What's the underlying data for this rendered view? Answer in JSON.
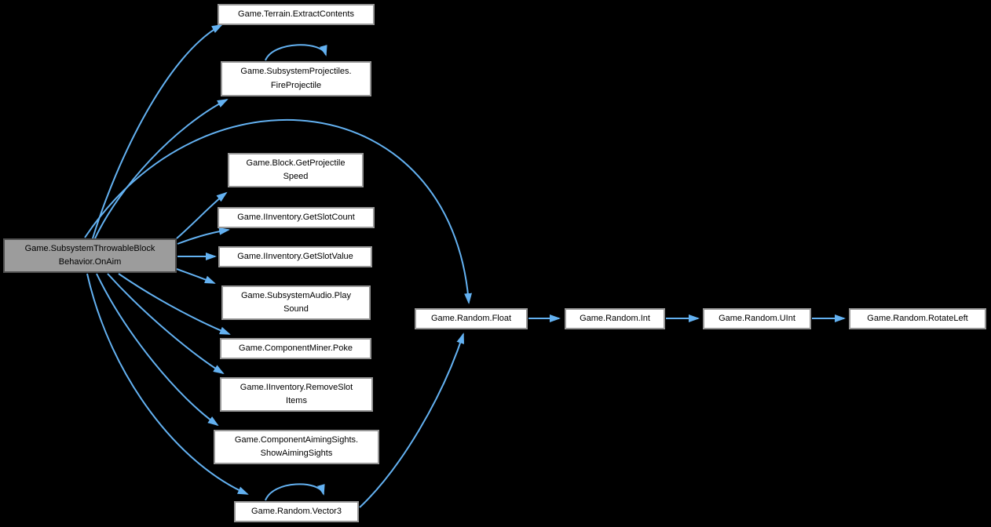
{
  "diagram": {
    "type": "call-graph",
    "background_color": "#000000",
    "arrow_color": "#63B1F1",
    "node_fill": "#FFFFFF",
    "node_border": "#969696",
    "node_text_color": "#000000",
    "highlight_fill": "#9C9C9C",
    "highlight_border": "#4F4F4F"
  },
  "nodes": {
    "on_aim": {
      "lines": [
        "Game.SubsystemThrowableBlock",
        "Behavior.OnAim"
      ],
      "highlighted": true
    },
    "extract_contents": {
      "lines": [
        "Game.Terrain.ExtractContents"
      ]
    },
    "fire_projectile": {
      "lines": [
        "Game.SubsystemProjectiles.",
        "FireProjectile"
      ]
    },
    "get_projectile_speed": {
      "lines": [
        "Game.Block.GetProjectile",
        "Speed"
      ]
    },
    "get_slot_count": {
      "lines": [
        "Game.IInventory.GetSlotCount"
      ]
    },
    "get_slot_value": {
      "lines": [
        "Game.IInventory.GetSlotValue"
      ]
    },
    "play_sound": {
      "lines": [
        "Game.SubsystemAudio.Play",
        "Sound"
      ]
    },
    "poke": {
      "lines": [
        "Game.ComponentMiner.Poke"
      ]
    },
    "remove_slot_items": {
      "lines": [
        "Game.IInventory.RemoveSlot",
        "Items"
      ]
    },
    "show_aiming_sights": {
      "lines": [
        "Game.ComponentAimingSights.",
        "ShowAimingSights"
      ]
    },
    "vector3": {
      "lines": [
        "Game.Random.Vector3"
      ]
    },
    "float": {
      "lines": [
        "Game.Random.Float"
      ]
    },
    "int": {
      "lines": [
        "Game.Random.Int"
      ]
    },
    "uint": {
      "lines": [
        "Game.Random.UInt"
      ]
    },
    "rotate_left": {
      "lines": [
        "Game.Random.RotateLeft"
      ]
    }
  },
  "edges": [
    {
      "from": "Game.SubsystemThrowableBlockBehavior.OnAim",
      "to": "Game.Terrain.ExtractContents"
    },
    {
      "from": "Game.SubsystemThrowableBlockBehavior.OnAim",
      "to": "Game.SubsystemProjectiles.FireProjectile"
    },
    {
      "from": "Game.SubsystemThrowableBlockBehavior.OnAim",
      "to": "Game.Random.Float"
    },
    {
      "from": "Game.SubsystemThrowableBlockBehavior.OnAim",
      "to": "Game.Block.GetProjectileSpeed"
    },
    {
      "from": "Game.SubsystemThrowableBlockBehavior.OnAim",
      "to": "Game.IInventory.GetSlotCount"
    },
    {
      "from": "Game.SubsystemThrowableBlockBehavior.OnAim",
      "to": "Game.IInventory.GetSlotValue"
    },
    {
      "from": "Game.SubsystemThrowableBlockBehavior.OnAim",
      "to": "Game.SubsystemAudio.PlaySound"
    },
    {
      "from": "Game.SubsystemThrowableBlockBehavior.OnAim",
      "to": "Game.ComponentMiner.Poke"
    },
    {
      "from": "Game.SubsystemThrowableBlockBehavior.OnAim",
      "to": "Game.IInventory.RemoveSlotItems"
    },
    {
      "from": "Game.SubsystemThrowableBlockBehavior.OnAim",
      "to": "Game.ComponentAimingSights.ShowAimingSights"
    },
    {
      "from": "Game.SubsystemThrowableBlockBehavior.OnAim",
      "to": "Game.Random.Vector3"
    },
    {
      "from": "Game.SubsystemProjectiles.FireProjectile",
      "to": "Game.SubsystemProjectiles.FireProjectile"
    },
    {
      "from": "Game.Random.Vector3",
      "to": "Game.Random.Vector3"
    },
    {
      "from": "Game.Random.Vector3",
      "to": "Game.Random.Float"
    },
    {
      "from": "Game.Random.Float",
      "to": "Game.Random.Int"
    },
    {
      "from": "Game.Random.Int",
      "to": "Game.Random.UInt"
    },
    {
      "from": "Game.Random.UInt",
      "to": "Game.Random.RotateLeft"
    }
  ]
}
